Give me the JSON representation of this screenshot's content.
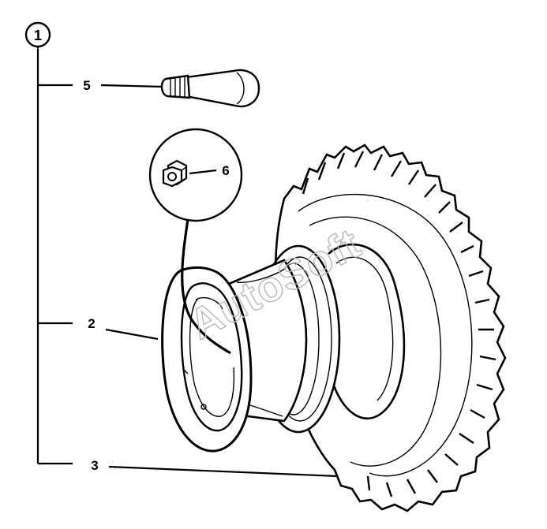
{
  "group_marker": "1",
  "callouts": [
    {
      "id": "5",
      "text": "5"
    },
    {
      "id": "6",
      "text": "6"
    },
    {
      "id": "2",
      "text": "2"
    },
    {
      "id": "3",
      "text": "3"
    }
  ],
  "watermark": "AutoSoft",
  "colors": {
    "ink": "#000000",
    "watermark": "#b9b9b9",
    "background": "#ffffff"
  }
}
